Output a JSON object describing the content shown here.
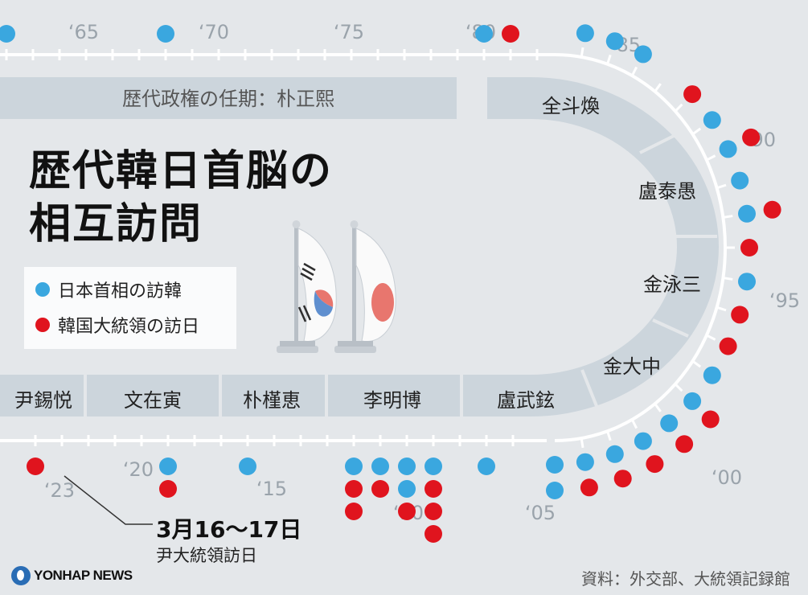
{
  "title": [
    "歴代韓日首脳の",
    "相互訪問"
  ],
  "era_heading": "歴代政権の任期：朴正熙",
  "presidents": {
    "chun": "全斗煥",
    "roh_tw": "盧泰愚",
    "kim_ys": "金泳三",
    "kim_dj": "金大中",
    "roh_mh": "盧武鉉",
    "lee": "李明博",
    "park_gh": "朴槿恵",
    "moon": "文在寅",
    "yoon": "尹錫悦"
  },
  "year_labels": {
    "y65": "‘65",
    "y70": "‘70",
    "y75": "‘75",
    "y80": "‘80",
    "y85": "‘85",
    "y90": "‘90",
    "y95": "‘95",
    "y00": "‘00",
    "y05": "‘05",
    "y10": "‘10",
    "y15": "‘15",
    "y20": "‘20",
    "y23": "‘23"
  },
  "legend": {
    "japan": "日本首相の訪韓",
    "korea": "韓国大統領の訪日"
  },
  "note": {
    "date": "3月16～17日",
    "text": "尹大統領訪日"
  },
  "logo": "YONHAP NEWS",
  "source": "資料：外交部、大統領記録館",
  "colors": {
    "japan_pm": "#3aa7df",
    "korea_pres": "#e0141e",
    "band": "#ccd5dc",
    "background": "#e4e7ea"
  },
  "visits_per_year": {
    "1965": {
      "japan": 1,
      "korea": 0
    },
    "1971": {
      "japan": 1,
      "korea": 0
    },
    "1983": {
      "japan": 1,
      "korea": 0
    },
    "1984": {
      "japan": 0,
      "korea": 1
    },
    "1986": {
      "japan": 1,
      "korea": 0
    },
    "1987": {
      "japan": 1,
      "korea": 0
    },
    "1988": {
      "japan": 1,
      "korea": 0
    },
    "1990": {
      "japan": 0,
      "korea": 1
    },
    "1991": {
      "japan": 1,
      "korea": 0
    },
    "1992": {
      "japan": 1,
      "korea": 1
    },
    "1993": {
      "japan": 1,
      "korea": 0
    },
    "1994": {
      "japan": 1,
      "korea": 1
    },
    "1995": {
      "japan": 0,
      "korea": 1
    },
    "1996": {
      "japan": 1,
      "korea": 0
    },
    "1997": {
      "japan": 0,
      "korea": 1
    },
    "1998": {
      "japan": 0,
      "korea": 1
    },
    "1999": {
      "japan": 1,
      "korea": 0
    },
    "2000": {
      "japan": 1,
      "korea": 1
    },
    "2001": {
      "japan": 1,
      "korea": 1
    },
    "2002": {
      "japan": 1,
      "korea": 1
    },
    "2003": {
      "japan": 1,
      "korea": 1
    },
    "2004": {
      "japan": 1,
      "korea": 1
    },
    "2005": {
      "japan": 2,
      "korea": 0
    },
    "2006": {
      "japan": 1,
      "korea": 0
    },
    "2008": {
      "japan": 1,
      "korea": 3
    },
    "2009": {
      "japan": 2,
      "korea": 1
    },
    "2010": {
      "japan": 1,
      "korea": 1
    },
    "2011": {
      "japan": 1,
      "korea": 2
    },
    "2015": {
      "japan": 1,
      "korea": 0
    },
    "2018": {
      "japan": 1,
      "korea": 1
    },
    "2023": {
      "japan": 0,
      "korea": 1
    }
  }
}
